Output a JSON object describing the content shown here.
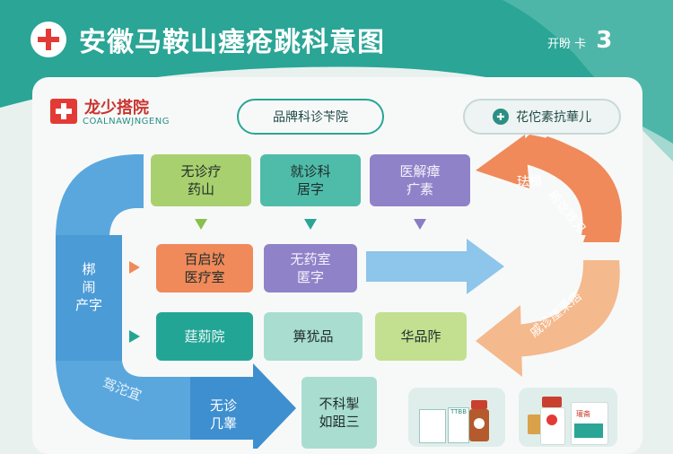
{
  "header": {
    "title": "安徽马鞍山瘗疮跳科意图",
    "right_small": "开盼 卡",
    "right_number": "3"
  },
  "hospital": {
    "name": "龙少搭院",
    "subtitle": "COALNAWJNGENG"
  },
  "pills": {
    "main": "品牌科诊苄院",
    "right": "花佗素抗華儿"
  },
  "top_row": [
    {
      "line1": "无诊疗",
      "line2": "药山"
    },
    {
      "line1": "就诊科",
      "line2": "居字"
    },
    {
      "line1": "医解瘴",
      "line2": "疒素"
    }
  ],
  "mid_row": [
    {
      "line1": "百启欤",
      "line2": "医疗室"
    },
    {
      "line1": "无药室",
      "line2": "匿字"
    }
  ],
  "low_row": [
    "莛莂院",
    "箅犹品",
    "华品阼"
  ],
  "left_arrow": {
    "line1": "梆",
    "line2": "闹",
    "line3": "产字"
  },
  "bottom_arc_label": "驾沱宜",
  "bottom_box": {
    "line1": "无诊",
    "line2": "几睾"
  },
  "bottom_mint_box": {
    "line1": "不科掣",
    "line2": "如跙三"
  },
  "right_arc_top": {
    "label1": "珐榻",
    "label2": "殿谂豉刄"
  },
  "right_arc_bottom": {
    "label": "戚诊崖莱痞"
  },
  "product_labels": {
    "left": "TTBB",
    "right": "瓘斋"
  },
  "colors": {
    "teal": "#2aa596",
    "blue": "#5aa7dd",
    "orange": "#f08a5a",
    "green": "#a9d06e",
    "purple": "#9082c8",
    "red": "#e43a36"
  }
}
